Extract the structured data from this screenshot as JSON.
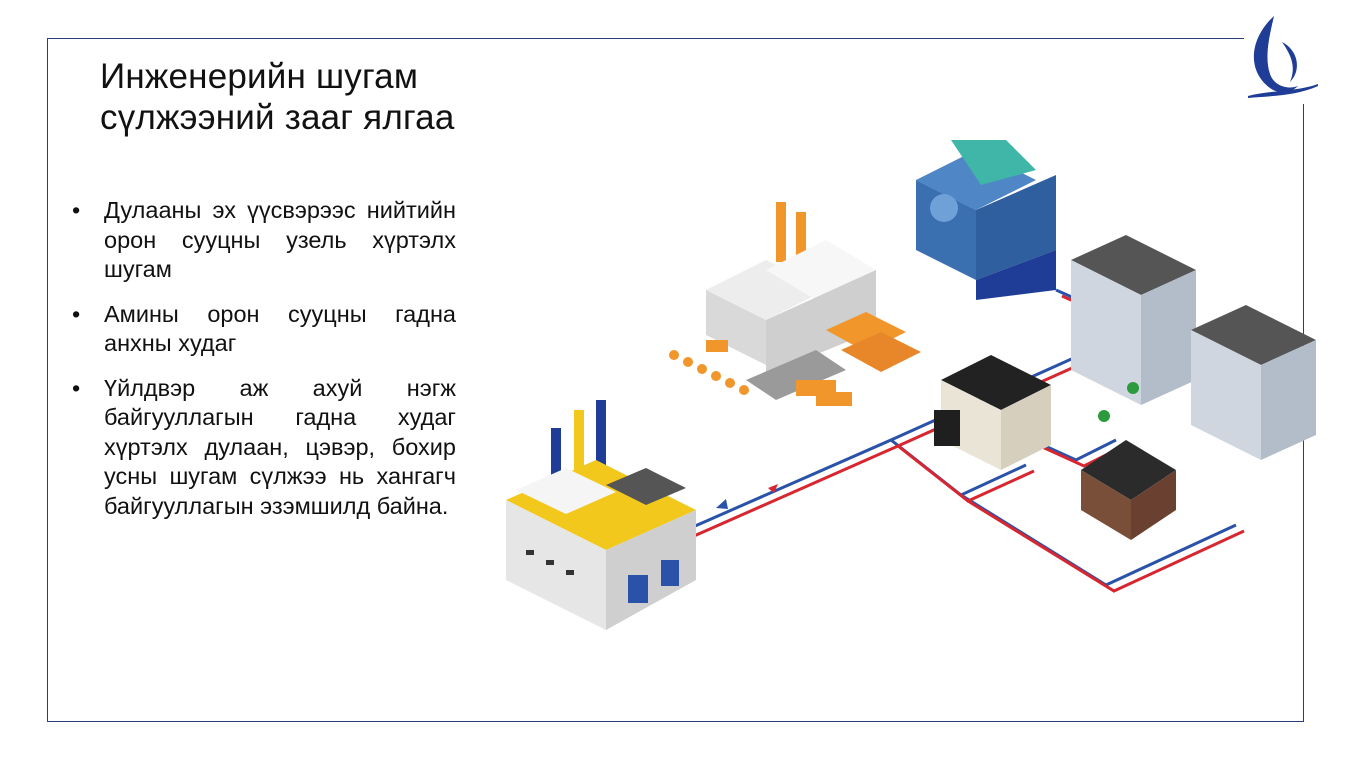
{
  "slide": {
    "title_line1": "Инженерийн шугам",
    "title_line2": "сүлжээний зааг ялгаа",
    "bullets": [
      {
        "symbol": "•",
        "text": "Дулааны эх үүсвэрээс нийтийн орон сууцны узель хүртэлх шугам"
      },
      {
        "symbol": "•",
        "text": "Амины орон сууцны гадна анхны худаг"
      },
      {
        "symbol": "•",
        "text": "Үйлдвэр аж ахуй нэгж байгууллагын гадна худаг хүртэлх дулаан, цэвэр, бохир усны шугам сүлжээ нь хангагч байгууллагын эзэмшилд байна."
      }
    ]
  },
  "logo": {
    "icon": "company-logo-icon",
    "color": "#1f3c96"
  },
  "illustration": {
    "icon": "utility-network-illustration",
    "colors": {
      "hot_pipe": "#d7262f",
      "cold_pipe": "#2a52a8",
      "accent_yellow": "#f2c81c",
      "accent_orange": "#f0962a"
    }
  }
}
